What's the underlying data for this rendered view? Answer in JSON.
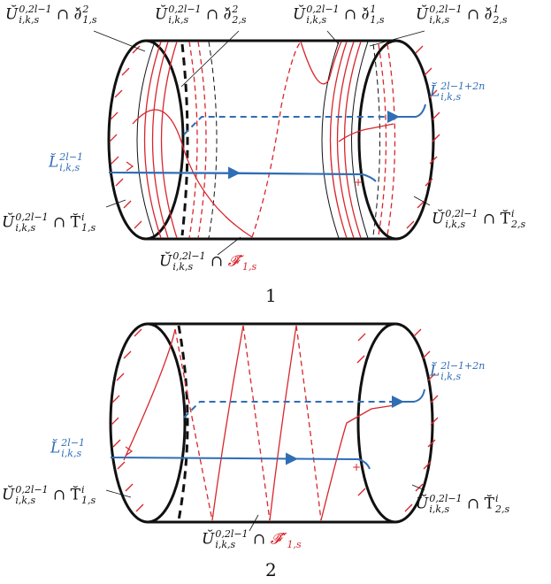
{
  "panel1": {
    "number": "1",
    "labels": {
      "top1": {
        "base": "Ŭ",
        "sup": "0,2l−1",
        "sub": "i,k,s",
        "rest": "∩ ∂̆",
        "rsup": "2",
        "rsub": "1,s"
      },
      "top2": {
        "base": "Ŭ",
        "sup": "0,2l−1",
        "sub": "i,k,s",
        "rest": "∩ ∂̆",
        "rsup": "2",
        "rsub": "2,s"
      },
      "top3": {
        "base": "Ŭ",
        "sup": "0,2l−1",
        "sub": "i,k,s",
        "rest": "∩ ∂̆",
        "rsup": "1",
        "rsub": "1,s"
      },
      "top4": {
        "base": "Ŭ",
        "sup": "0,2l−1",
        "sub": "i,k,s",
        "rest": "∩ ∂̆",
        "rsup": "1",
        "rsub": "2,s"
      },
      "left_L": {
        "base": "L̆",
        "sup": "2l−1",
        "sub": "i,k,s"
      },
      "right_L": {
        "base": "L̆",
        "sup": "2l−1+2n",
        "sub": "i,k,s"
      },
      "bottom_left": {
        "base": "Ŭ",
        "sup": "0,2l−1",
        "sub": "i,k,s",
        "rest": "∩ T̆",
        "rsup": "i",
        "rsub": "1,s"
      },
      "bottom_right": {
        "base": "Ŭ",
        "sup": "0,2l−1",
        "sub": "i,k,s",
        "rest": "∩ T̆",
        "rsup": "i",
        "rsub": "2,s"
      },
      "bottom_center": {
        "base": "Ŭ",
        "sup": "0,2l−1",
        "sub": "i,k,s",
        "rest": "∩",
        "red": "𝓕̆′",
        "rsub": "1,s"
      }
    }
  },
  "panel2": {
    "number": "2",
    "labels": {
      "left_L": {
        "base": "L̆",
        "sup": "2l−1",
        "sub": "i,k,s"
      },
      "right_L": {
        "base": "L̆",
        "sup": "2l−1+2n",
        "sub": "i,k,s"
      },
      "bottom_left": {
        "base": "Ŭ",
        "sup": "0,2l−1",
        "sub": "i,k,s",
        "rest": "∩ T̆",
        "rsup": "i",
        "rsub": "1,s"
      },
      "bottom_right": {
        "base": "Ŭ",
        "sup": "0,2l−1",
        "sub": "i,k,s",
        "rest": "∩ T̆",
        "rsup": "i",
        "rsub": "2,s"
      },
      "bottom_center": {
        "base": "Ŭ",
        "sup": "0,2l−1",
        "sub": "i,k,s",
        "rest": "∩",
        "red": "𝓕̆″",
        "rsub": "1,s"
      }
    }
  },
  "colors": {
    "outline": "#111111",
    "red": "#d8262c",
    "blue": "#2f6db5"
  }
}
